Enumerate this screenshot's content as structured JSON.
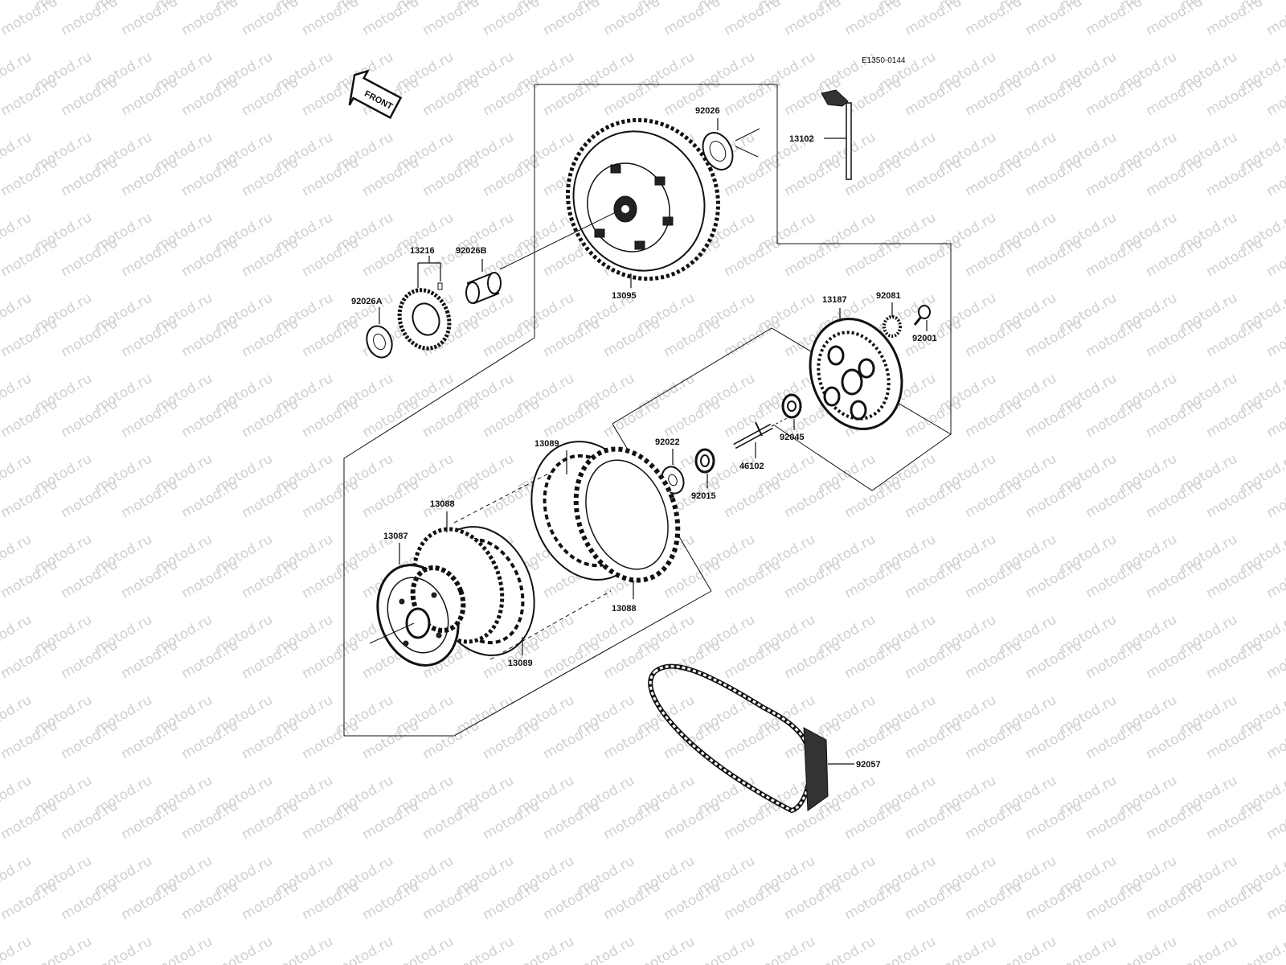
{
  "figure_code": "E1350-0144",
  "front_label": "FRONT",
  "watermark": "motod.ru",
  "parts": {
    "p13102": "13102",
    "p92026": "92026",
    "p13216": "13216",
    "p92026B": "92026B",
    "p92026A": "92026A",
    "p13095": "13095",
    "p13187": "13187",
    "p92081": "92081",
    "p92001": "92001",
    "p92045": "92045",
    "p92022": "92022",
    "p46102": "46102",
    "p92015": "92015",
    "p13089_top": "13089",
    "p13088_top": "13088",
    "p13087": "13087",
    "p13088_bottom": "13088",
    "p13089_bottom": "13089",
    "p92057": "92057"
  }
}
